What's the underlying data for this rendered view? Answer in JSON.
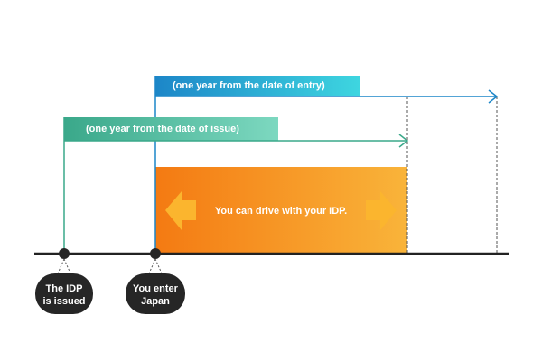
{
  "labels": {
    "entry_banner": "(one year from the date of entry)",
    "issue_banner": "(one year from the date of issue)",
    "drive_text": "You can drive with your IDP.",
    "idp_issued": [
      "The IDP",
      "is issued"
    ],
    "enter_japan": [
      "You enter",
      "Japan"
    ]
  },
  "colors": {
    "timeline": "#222222",
    "issue_teal": "#3aa88a",
    "issue_teal_light": "#7dd8c0",
    "entry_blue": "#1c86c8",
    "entry_cyan": "#3ed6e0",
    "drive_orange": "#f47a12",
    "drive_yellow": "#f9b43a",
    "arrow_yellow": "#fbb52e",
    "marker_fill": "#262626",
    "dashed_line": "#555555"
  },
  "icons": {
    "left_arrow": "arrow-left-icon",
    "right_arrow": "arrow-right-icon",
    "entry_arrowhead": "arrowhead-right-icon",
    "issue_arrowhead": "arrowhead-right-icon"
  }
}
